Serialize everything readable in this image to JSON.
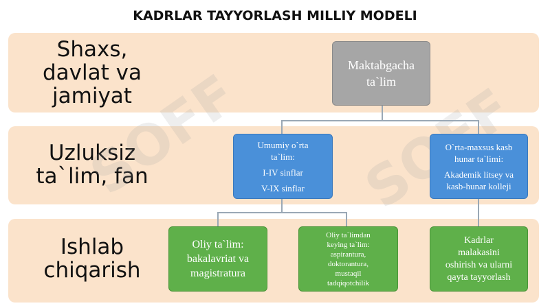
{
  "title": "KADRLAR TAYYORLASH MILLIY MODELI",
  "bands": [
    {
      "lines": [
        "Shaxs,",
        "davlat va",
        "jamiyat"
      ]
    },
    {
      "lines": [
        "Uzluksiz",
        "ta`lim, fan"
      ]
    },
    {
      "lines": [
        "Ishlab",
        "chiqarish"
      ]
    }
  ],
  "boxes": {
    "preschool": {
      "lines": [
        "Maktabgacha",
        "ta`lim"
      ]
    },
    "general": {
      "lines": [
        "Umumiy o`rta",
        "ta`lim:",
        "I-IV sinflar",
        "V-IX sinflar"
      ]
    },
    "secondary_special": {
      "lines": [
        "O`rta-maxsus kasb",
        "hunar ta`limi:",
        "Akademik litsey va",
        "kasb-hunar kolleji"
      ]
    },
    "higher": {
      "lines": [
        "Oliy ta`lim:",
        "bakalavriat va",
        "magistratura"
      ]
    },
    "postgraduate": {
      "lines": [
        "Oliy ta`limdan",
        "keying ta`lim:",
        "aspirantura,",
        "doktorantura,",
        "mustaqil",
        "tadqiqotchilik"
      ]
    },
    "retraining": {
      "lines": [
        "Kadrlar",
        "malakasini",
        "oshirish va ularni",
        "qayta tayyorlash"
      ]
    }
  },
  "watermark": "SOFF"
}
